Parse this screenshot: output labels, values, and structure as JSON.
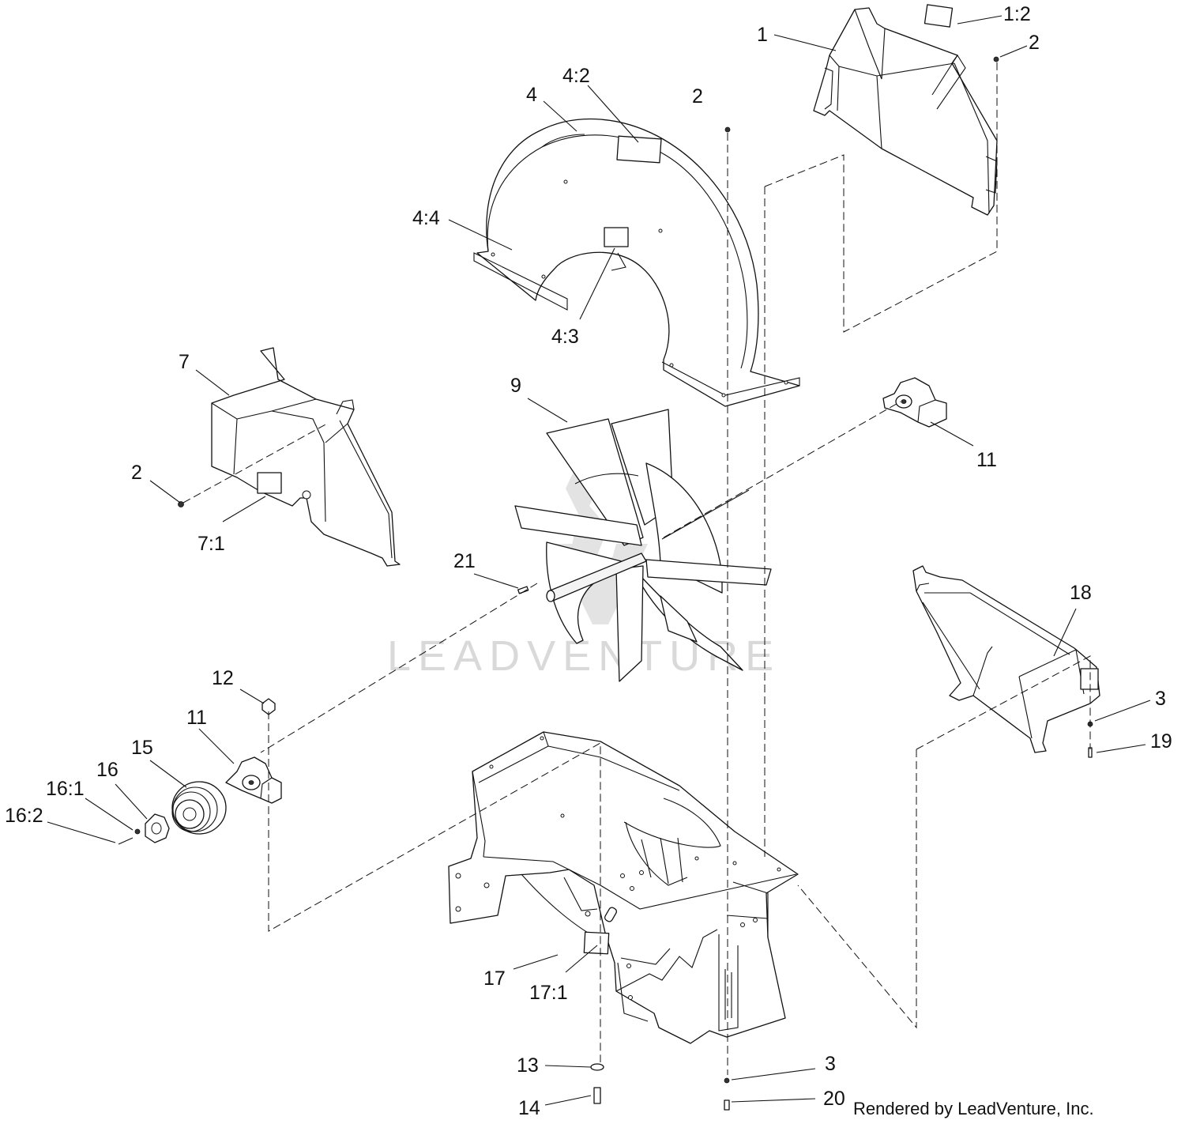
{
  "diagram": {
    "callouts": {
      "c1_2": "1:2",
      "c1": "1",
      "c2_top_right": "2",
      "c4_2": "4:2",
      "c4": "4",
      "c2_center": "2",
      "c4_4": "4:4",
      "c4_3": "4:3",
      "c7": "7",
      "c9": "9",
      "c11_right": "11",
      "c2_left": "2",
      "c7_1": "7:1",
      "c21": "21",
      "c18": "18",
      "c12": "12",
      "c11_left": "11",
      "c3_right": "3",
      "c19": "19",
      "c15": "15",
      "c16": "16",
      "c16_1": "16:1",
      "c16_2": "16:2",
      "c17": "17",
      "c17_1": "17:1",
      "c13": "13",
      "c3_bottom": "3",
      "c14": "14",
      "c20": "20"
    },
    "watermark": "LEADVENTURE",
    "credit": "Rendered by LeadVenture, Inc."
  }
}
